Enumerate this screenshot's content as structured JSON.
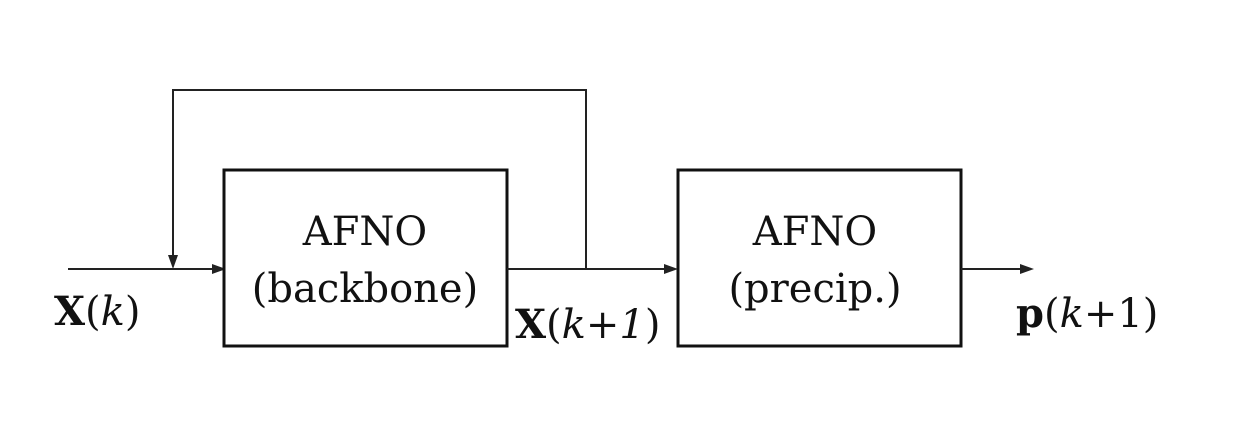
{
  "blocks": {
    "backbone": {
      "title": "AFNO",
      "subtitle": "(backbone)"
    },
    "precip": {
      "title": "AFNO",
      "subtitle": "(precip.)"
    }
  },
  "labels": {
    "input": {
      "symbol": "X",
      "open": "(",
      "arg": "k",
      "close": ")"
    },
    "intermediate": {
      "symbol": "X",
      "open": "(",
      "arg": "k",
      "plus": "+",
      "one": "1",
      "close": ")"
    },
    "output": {
      "symbol": "p",
      "open": "(",
      "arg": "k",
      "plus": "+",
      "one": "1",
      "close": ")"
    }
  }
}
